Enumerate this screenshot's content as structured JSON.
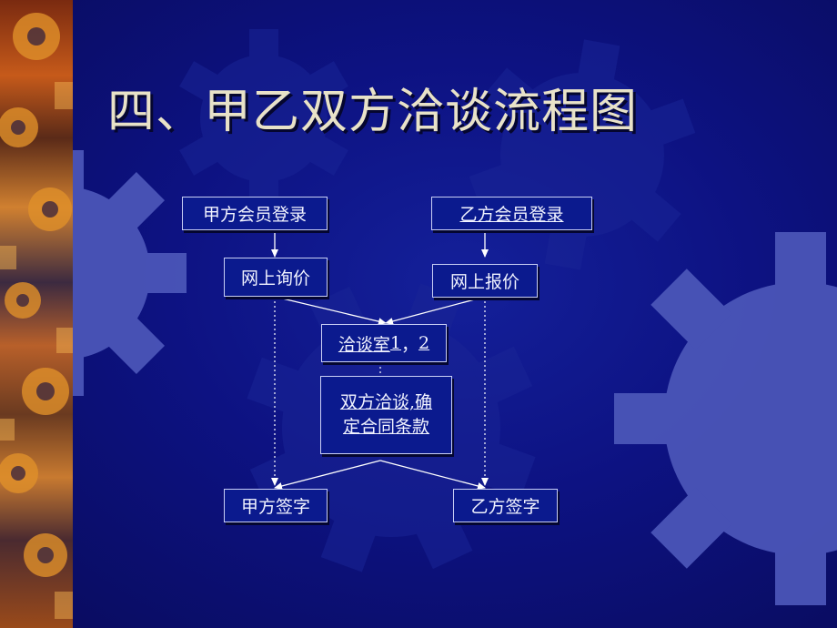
{
  "slide": {
    "title": "四、甲乙双方洽谈流程图"
  },
  "flow": {
    "party_a_login": "甲方会员登录",
    "party_b_login": "乙方会员登录",
    "online_inquiry": "网上询价",
    "online_quote": "网上报价",
    "room_prefix": "洽谈室",
    "room_1": "1",
    "room_sep": "，",
    "room_2": "2",
    "negotiate_line1": "双方洽谈,确",
    "negotiate_line2": "定合同条款",
    "party_a_sign": "甲方签字",
    "party_b_sign": "乙方签字"
  },
  "colors": {
    "background": "#0d1282",
    "box_fill": "#0b1a8e",
    "title_text": "#e8e2c8"
  }
}
